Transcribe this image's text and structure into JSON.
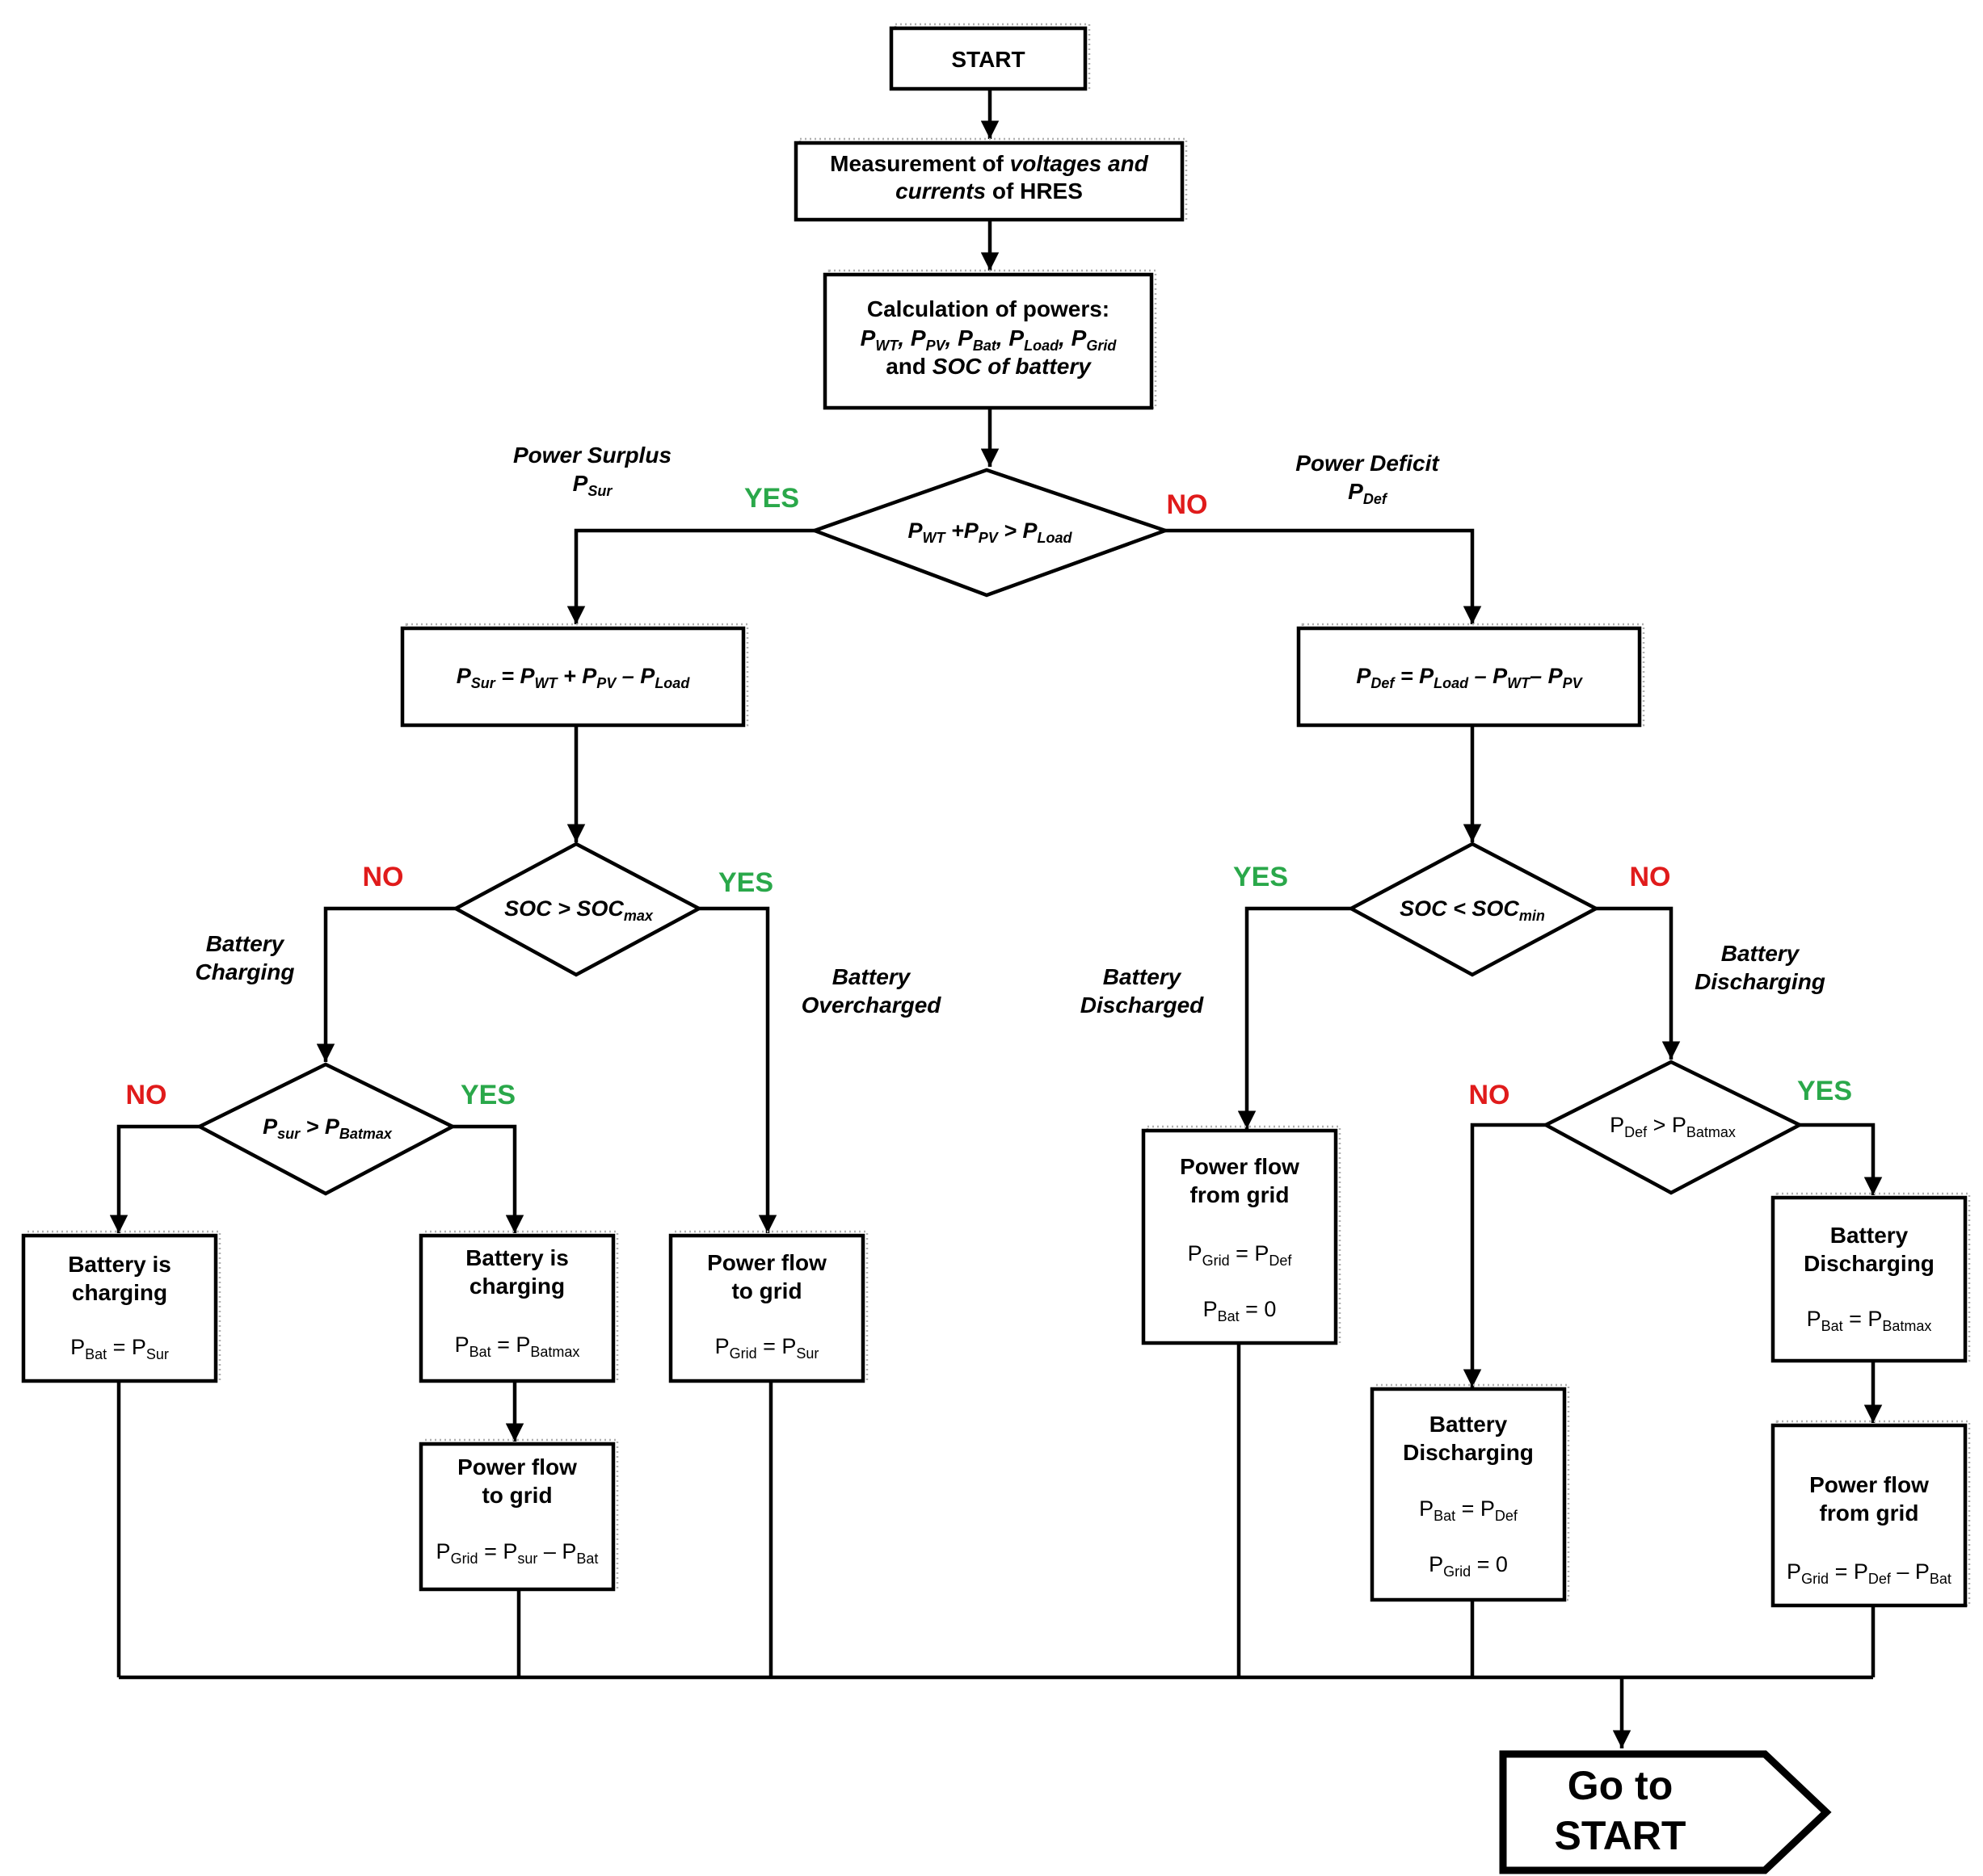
{
  "start": "START",
  "measurement": {
    "line1_a": "Measurement of ",
    "line1_b": "voltages and",
    "line2_a": "currents",
    "line2_b": " of HRES"
  },
  "calculation": {
    "line1": "Calculation of  powers:",
    "p": "P",
    "comma": ", ",
    "sub_wt": "WT",
    "sub_pv": "PV",
    "sub_bat": "Bat",
    "sub_load": "Load",
    "sub_grid": "Grid",
    "line3_a": "and ",
    "line3_b": "SOC of battery"
  },
  "decision_main": {
    "p": "P",
    "sub_wt": "WT",
    "plus": " +P",
    "sub_pv": "PV",
    "gt": " > P",
    "sub_load": "Load"
  },
  "power_surplus": {
    "title": "Power Surplus",
    "p": "P",
    "sub": "Sur"
  },
  "power_deficit": {
    "title": "Power Deficit",
    "p": "P",
    "sub": "Def"
  },
  "psur_formula": {
    "p": "P",
    "s1": "Sur",
    "eq": " = P",
    "s2": "WT",
    "plus": " + P",
    "s3": "PV",
    "minus": " – P",
    "s4": "Load"
  },
  "pdef_formula": {
    "p": "P",
    "s1": "Def",
    "eq": " = P",
    "s2": "Load",
    "minus1": " – P",
    "s3": "WT",
    "minus2": "– P",
    "s4": "PV"
  },
  "soc_max": {
    "soc": "SOC > SOC",
    "sub": "max"
  },
  "soc_min": {
    "soc": "SOC < SOC",
    "sub": "min"
  },
  "psur_batmax": {
    "p": "P",
    "s1": "sur",
    "gt": " > P",
    "s2": "Batmax"
  },
  "pdef_batmax": {
    "p": "P",
    "s1": "Def",
    "gt": " > P",
    "s2": "Batmax"
  },
  "labels": {
    "yes": "YES",
    "no": "NO",
    "battery_charging": [
      "Battery",
      "Charging"
    ],
    "battery_overcharged": [
      "Battery",
      "Overcharged"
    ],
    "battery_discharged": [
      "Battery",
      "Discharged"
    ],
    "battery_discharging": [
      "Battery",
      "Discharging"
    ]
  },
  "boxes": {
    "charging_sur": {
      "l1": "Battery is",
      "l2": "charging",
      "p": "P",
      "s1": "Bat",
      "eq": " = P",
      "s2": "Sur"
    },
    "charging_batmax": {
      "l1": "Battery is",
      "l2": "charging",
      "p": "P",
      "s1": "Bat",
      "eq": " = P",
      "s2": "Batmax"
    },
    "to_grid_1": {
      "l1": "Power flow",
      "l2": "to grid",
      "p": "P",
      "s1": "Grid",
      "eq": " = P",
      "s2": "sur",
      "minus": " – P",
      "s3": "Bat"
    },
    "to_grid_2": {
      "l1": "Power flow",
      "l2": "to  grid",
      "p": "P",
      "s1": "Grid",
      "eq": " = P",
      "s2": "Sur"
    },
    "from_grid_1": {
      "l1": "Power flow",
      "l2": "from  grid",
      "p": "P",
      "s1": "Grid",
      "eq": " = P",
      "s2": "Def",
      "p2": "P",
      "s3": "Bat",
      "eq2": " = 0"
    },
    "discharging_def": {
      "l1": "Battery",
      "l2": "Discharging",
      "p": "P",
      "s1": "Bat",
      "eq": " = P",
      "s2": "Def",
      "p2": "P",
      "s3": "Grid",
      "eq2": " = 0"
    },
    "discharging_batmax": {
      "l1": "Battery",
      "l2": "Discharging",
      "p": "P",
      "s1": "Bat",
      "eq": " = P",
      "s2": "Batmax"
    },
    "from_grid_2": {
      "l1": "Power flow",
      "l2": "from grid",
      "p": "P",
      "s1": "Grid",
      "eq": " = P",
      "s2": "Def",
      "minus": " – P",
      "s3": "Bat"
    }
  },
  "goto": {
    "l1": "Go to",
    "l2": "START"
  }
}
